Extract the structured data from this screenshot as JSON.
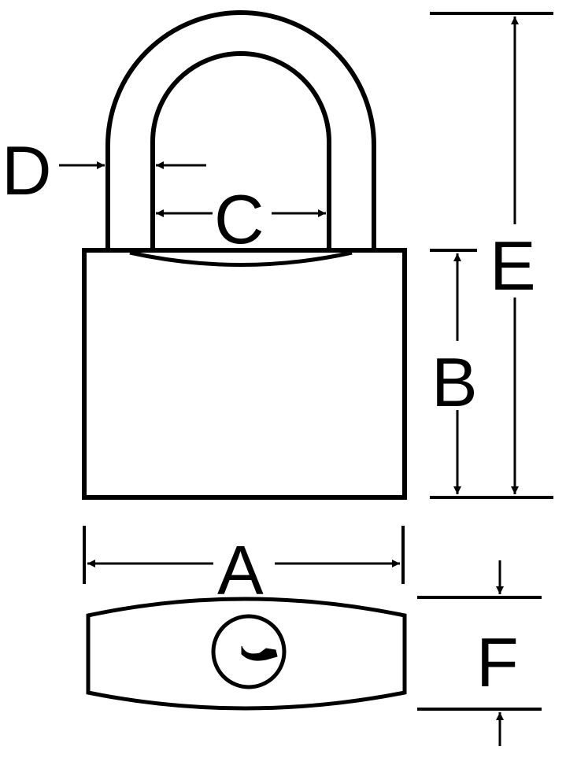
{
  "diagram": {
    "subject": "padlock dimension drawing",
    "labels": {
      "A": "A",
      "B": "B",
      "C": "C",
      "D": "D",
      "E": "E",
      "F": "F"
    },
    "colors": {
      "line": "#000000",
      "background": "#ffffff"
    }
  }
}
